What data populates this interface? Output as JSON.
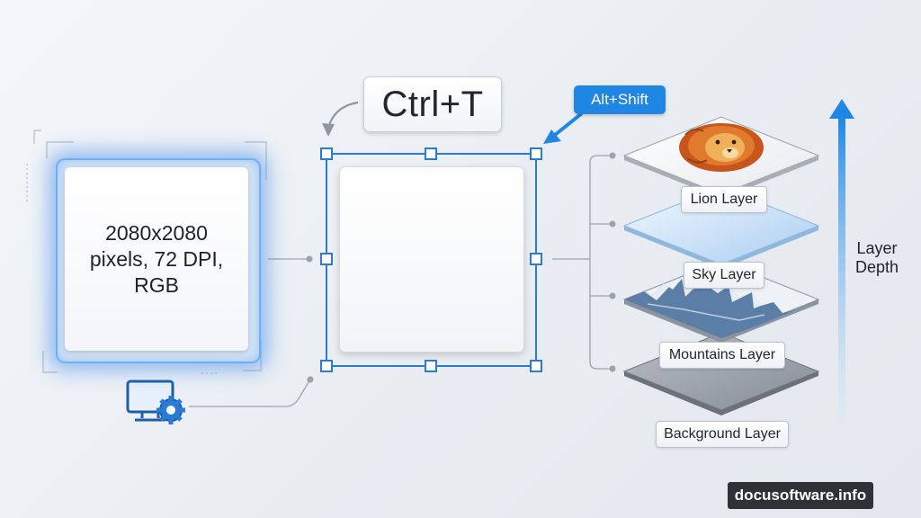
{
  "canvas": {
    "spec": "2080x2080\npixels, 72 DPI,\nRGB"
  },
  "transform": {
    "shortcut": "Ctrl+T",
    "modifier": "Alt+Shift"
  },
  "layers": [
    {
      "label": "Lion Layer"
    },
    {
      "label": "Sky Layer"
    },
    {
      "label": "Mountains Layer"
    },
    {
      "label": "Background Layer"
    }
  ],
  "depth_axis": {
    "label": "Layer\nDepth"
  },
  "icons": {
    "monitor": "monitor-settings-icon",
    "lion": "lion-icon",
    "arrow_up": "arrow-up-icon"
  },
  "colors": {
    "accent": "#1f86e4",
    "handle": "#2b7bd0",
    "connector": "#9aa3ad"
  },
  "watermark": "docusoftware.info"
}
